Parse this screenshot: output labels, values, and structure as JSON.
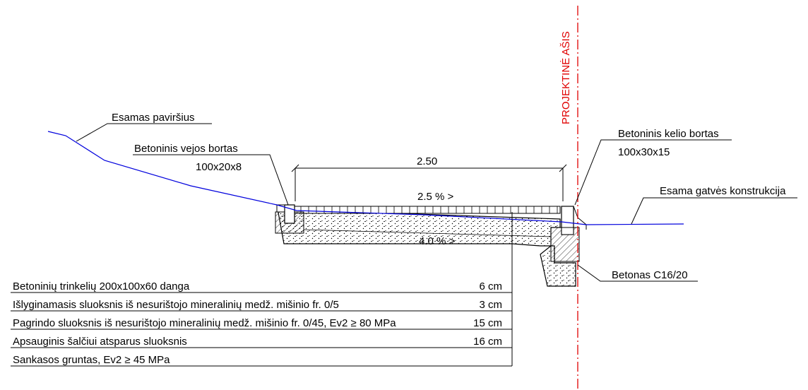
{
  "labels": {
    "existing_surface": "Esamas paviršius",
    "lawn_curb": "Betoninis vejos bortas",
    "lawn_curb_size": "100x20x8",
    "width_dim": "2.50",
    "slope_top": "2.5 % >",
    "slope_base": "4.0 % >",
    "road_curb": "Betoninis kelio bortas",
    "road_curb_size": "100x30x15",
    "existing_street": "Esama gatvės konstrukcija",
    "axis": "PROJEKTINĖ AŠIS",
    "concrete": "Betonas C16/20"
  },
  "layers": [
    {
      "name": "Betoninių trinkelių 200x100x60 danga",
      "thickness": "6 cm"
    },
    {
      "name": "Išlyginamasis sluoksnis iš nesurištojo mineralinių medž. mišinio fr. 0/5",
      "thickness": "3 cm"
    },
    {
      "name": "Pagrindo sluoksnis iš nesurištojo mineralinių medž. mišinio fr. 0/45, Ev2 ≥ 80 MPa",
      "thickness": "15 cm"
    },
    {
      "name": "Apsauginis šalčiui atsparus sluoksnis",
      "thickness": "16 cm"
    },
    {
      "name": "Sankasos gruntas, Ev2 ≥ 45 MPa",
      "thickness": ""
    }
  ],
  "colors": {
    "surface_line": "#0000dd",
    "axis_line": "#e00000",
    "linework": "#000000"
  }
}
